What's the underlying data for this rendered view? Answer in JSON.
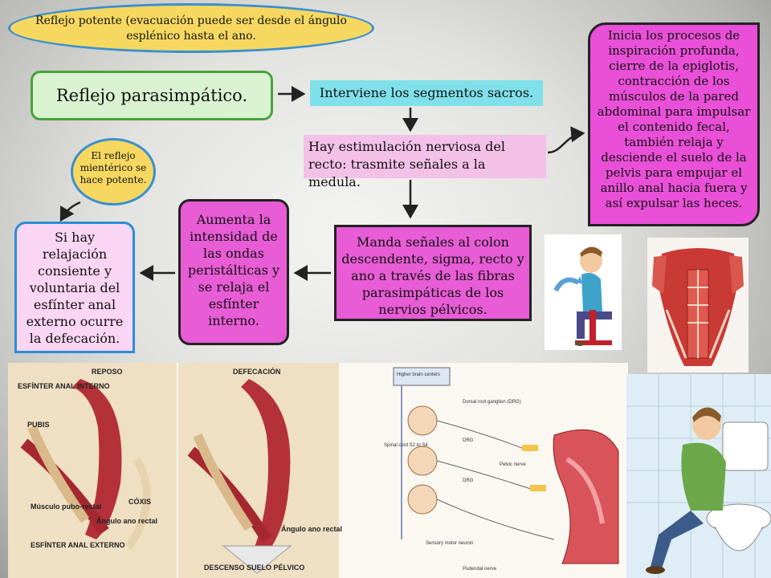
{
  "boxes": {
    "top_ellipse": "Reflejo potente (evacuación puede ser desde el ángulo esplénico hasta el ano.",
    "main_title": "Reflejo parasimpático.",
    "sacral": "Interviene los segmentos sacros.",
    "stimulation": "Hay estimulación nerviosa del recto: trasmite señales a la medula.",
    "right_process": "Inicia los procesos de inspiración profunda, cierre de la epiglotis, contracción de los músculos de la pared abdominal para impulsar el contenido fecal, también relaja y desciende el suelo de la pelvis para empujar el anillo anal hacia fuera y así expulsar las heces.",
    "myenteric": "El reflejo mientérico se hace potente.",
    "defecation": "Si hay relajación consiente y voluntaria del esfínter anal externo ocurre la defecación.",
    "peristaltic": "Aumenta la intensidad de las ondas peristálticas y se relaja el esfínter interno.",
    "signals": "Manda señales al colon descendente, sigma, recto y ano a través de las fibras parasimpáticas de los nervios pélvicos."
  },
  "figure_labels": {
    "reposo": "REPOSO",
    "defecacion": "DEFECACIÓN",
    "esfinter_interno": "ESFÍNTER ANAL INTERNO",
    "pubis": "PUBIS",
    "musculo": "Músculo pubo-rectal",
    "coxis": "CÓXIS",
    "angulo": "Ángulo ano rectal",
    "angulo2": "Ángulo ano rectal",
    "esfinter_externo": "ESFÍNTER ANAL EXTERNO",
    "descenso": "DESCENSO SUELO PÉLVICO",
    "higher_brain": "Higher brain centers",
    "drg_full": "Dorsal root ganglion (DRG)",
    "drg1": "DRG",
    "drg2": "DRG",
    "spinal_cord": "Spinal cord S2 to S4",
    "pelvic_nerve": "Pelvic nerve",
    "sensory_motor": "Sensory motor neuron",
    "pudendal": "Pudendal nerve"
  },
  "colors": {
    "yellow": "#f6d860",
    "blue_border": "#3a8fd0",
    "green_fill": "#d9f2d0",
    "green_border": "#4aa23c",
    "cyan": "#7fe0ea",
    "light_pink": "#f3c0e8",
    "magenta": "#e85cd6"
  },
  "icons": [
    "person-sitting-icon",
    "abdominal-muscles-icon",
    "anorectal-anatomy-icon",
    "nerve-pathway-icon",
    "person-on-toilet-icon"
  ]
}
